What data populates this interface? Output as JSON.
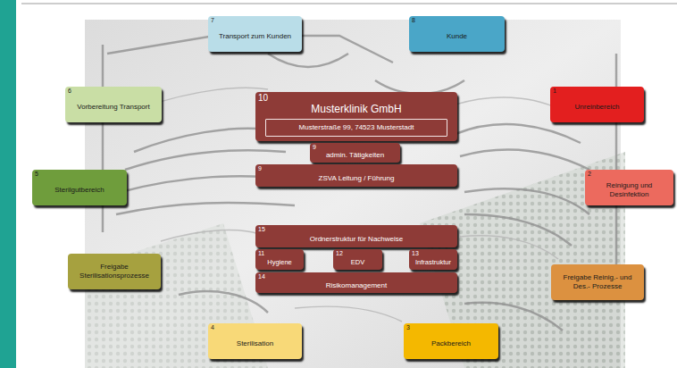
{
  "diagram": {
    "nodes": [
      {
        "text": [
          "7",
          "Transport zum Kunden"
        ]
      },
      {
        "text": [
          "8",
          "Kunde"
        ]
      },
      {
        "text": [
          "6",
          "Vorbereitung Transport"
        ]
      },
      {
        "text": [
          "10",
          "Musterklinik GmbH"
        ]
      },
      {
        "text": [
          "Musterstraße 99, 74523 Musterstadt"
        ],
        "in": 3
      },
      {
        "text": [
          "1",
          "Unreinbereich"
        ]
      },
      {
        "text": [
          "9",
          "admin. Tätigkeiten"
        ]
      },
      {
        "text": [
          "5",
          "Sterilgutbereich"
        ]
      },
      {
        "text": [
          "9",
          "ZSVA Leitung / Führung"
        ]
      },
      {
        "text": [
          "2",
          "Reinigung und Desinfektion"
        ]
      },
      {
        "text": [
          "15",
          "Ordnerstruktur für Nachweise"
        ]
      },
      {
        "text": [
          "11",
          "Hygiene"
        ]
      },
      {
        "text": [
          "12",
          "EDV"
        ]
      },
      {
        "text": [
          "13",
          "Infrastruktur"
        ]
      },
      {
        "text": [
          "14",
          "Risikomanagement"
        ]
      },
      {
        "text": [
          "Freigabe Sterilisationsprozesse"
        ]
      },
      {
        "text": [
          "Freigabe Reinig.- und Des.- Prozesse"
        ]
      },
      {
        "text": [
          "4",
          "Sterilisation"
        ]
      },
      {
        "text": [
          "3",
          "Packbereich"
        ]
      }
    ]
  }
}
